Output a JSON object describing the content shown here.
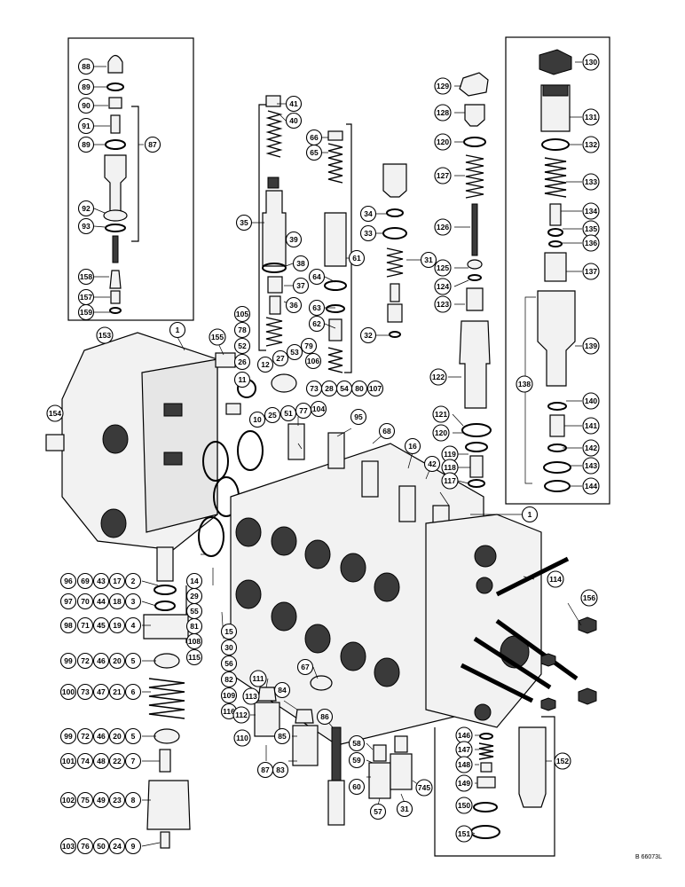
{
  "drawing_code": "B 66073L",
  "callouts": {
    "c88": "88",
    "c89a": "89",
    "c90": "90",
    "c91": "91",
    "c89b": "89",
    "c87": "87",
    "c92": "92",
    "c93": "93",
    "c158": "158",
    "c157": "157",
    "c159": "159",
    "c41": "41",
    "c40": "40",
    "c66": "66",
    "c65": "65",
    "c35": "35",
    "c39": "39",
    "c38": "38",
    "c37": "37",
    "c36": "36",
    "c64": "64",
    "c61": "61",
    "c63": "63",
    "c62": "62",
    "c34": "34",
    "c33": "33",
    "c31a": "31",
    "c32": "32",
    "c129": "129",
    "c128": "128",
    "c120a": "120",
    "c127": "127",
    "c126": "126",
    "c125": "125",
    "c124": "124",
    "c123": "123",
    "c122": "122",
    "c121": "121",
    "c120b": "120",
    "c119": "119",
    "c118": "118",
    "c117": "117",
    "c130": "130",
    "c131": "131",
    "c132": "132",
    "c133": "133",
    "c134": "134",
    "c135": "135",
    "c136": "136",
    "c137": "137",
    "c139": "139",
    "c138": "138",
    "c140": "140",
    "c141": "141",
    "c142": "142",
    "c143": "143",
    "c144": "144",
    "c153": "153",
    "c1a": "1",
    "c155": "155",
    "c154": "154",
    "c1b": "1",
    "c105": "105",
    "c78": "78",
    "c52": "52",
    "c26": "26",
    "c11": "11",
    "c12": "12",
    "c27": "27",
    "c53": "53",
    "c79": "79",
    "c106": "106",
    "c73": "73",
    "c28": "28",
    "c54": "54",
    "c80": "80",
    "c107": "107",
    "c10": "10",
    "c25": "25",
    "c51": "51",
    "c77": "77",
    "c104": "104",
    "c95": "95",
    "c68": "68",
    "c16": "16",
    "c42": "42",
    "c96": "96",
    "c69": "69",
    "c43": "43",
    "c17": "17",
    "c2": "2",
    "c97": "97",
    "c70": "70",
    "c44": "44",
    "c18": "18",
    "c3": "3",
    "c98": "98",
    "c71": "71",
    "c45": "45",
    "c19": "19",
    "c4": "4",
    "c99a": "99",
    "c72a": "72",
    "c46a": "46",
    "c20a": "20",
    "c5a": "5",
    "c100": "100",
    "c73b": "73",
    "c47": "47",
    "c21": "21",
    "c6": "6",
    "c99b": "99",
    "c72b": "72",
    "c46b": "46",
    "c20b": "20",
    "c5b": "5",
    "c101": "101",
    "c74": "74",
    "c48": "48",
    "c22": "22",
    "c7": "7",
    "c102": "102",
    "c75": "75",
    "c49": "49",
    "c23": "23",
    "c8": "8",
    "c103": "103",
    "c76": "76",
    "c50": "50",
    "c24": "24",
    "c9": "9",
    "c14": "14",
    "c29": "29",
    "c55": "55",
    "c81": "81",
    "c108": "108",
    "c115": "115",
    "c15": "15",
    "c30": "30",
    "c56": "56",
    "c82": "82",
    "c109": "109",
    "c116": "116",
    "c114": "114",
    "c156": "156",
    "c67": "67",
    "c111": "111",
    "c113": "113",
    "c112": "112",
    "c110": "110",
    "c84": "84",
    "c85": "85",
    "c87b": "87",
    "c83": "83",
    "c86": "86",
    "c58": "58",
    "c59": "59",
    "c60": "60",
    "c57": "57",
    "c31b": "31",
    "c745": "745",
    "c146": "146",
    "c147": "147",
    "c148": "148",
    "c149": "149",
    "c150": "150",
    "c151": "151",
    "c152": "152"
  }
}
